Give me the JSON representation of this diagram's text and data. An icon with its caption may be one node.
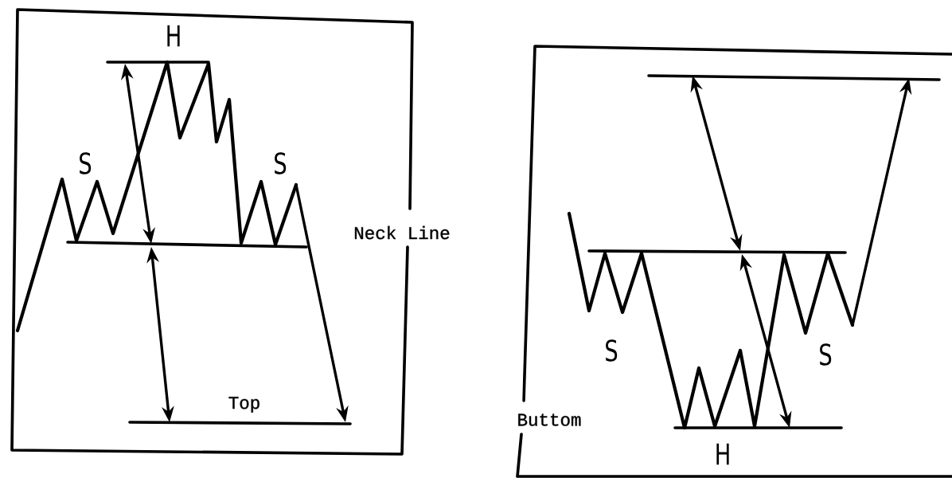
{
  "diagram": {
    "nodes": [
      {
        "text": [
          "H",
          "S",
          "S",
          "Neck Line",
          "Top"
        ]
      },
      {
        "text": [
          "S",
          "S",
          "H",
          "Buttom"
        ]
      }
    ]
  }
}
